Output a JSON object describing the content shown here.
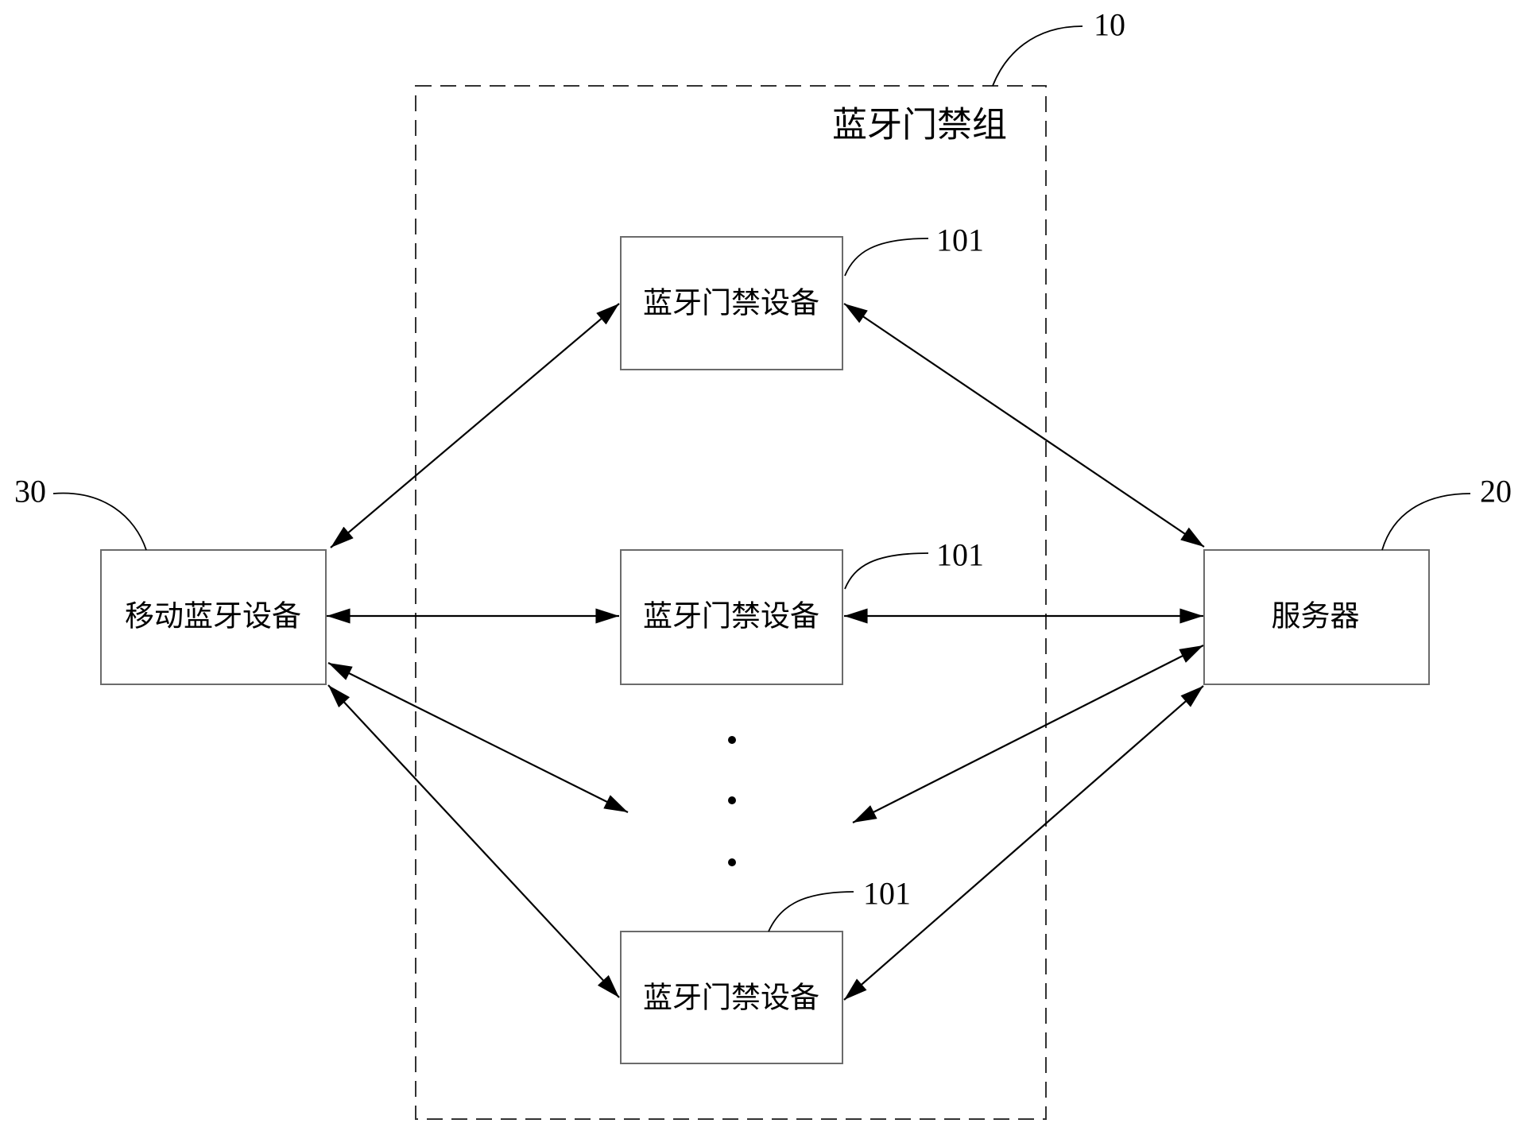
{
  "group": {
    "label": "蓝牙门禁组",
    "ref": "10"
  },
  "access_devices": [
    {
      "label": "蓝牙门禁设备",
      "ref": "101"
    },
    {
      "label": "蓝牙门禁设备",
      "ref": "101"
    },
    {
      "label": "蓝牙门禁设备",
      "ref": "101"
    }
  ],
  "mobile_device": {
    "label": "移动蓝牙设备",
    "ref": "30"
  },
  "server": {
    "label": "服务器",
    "ref": "20"
  }
}
